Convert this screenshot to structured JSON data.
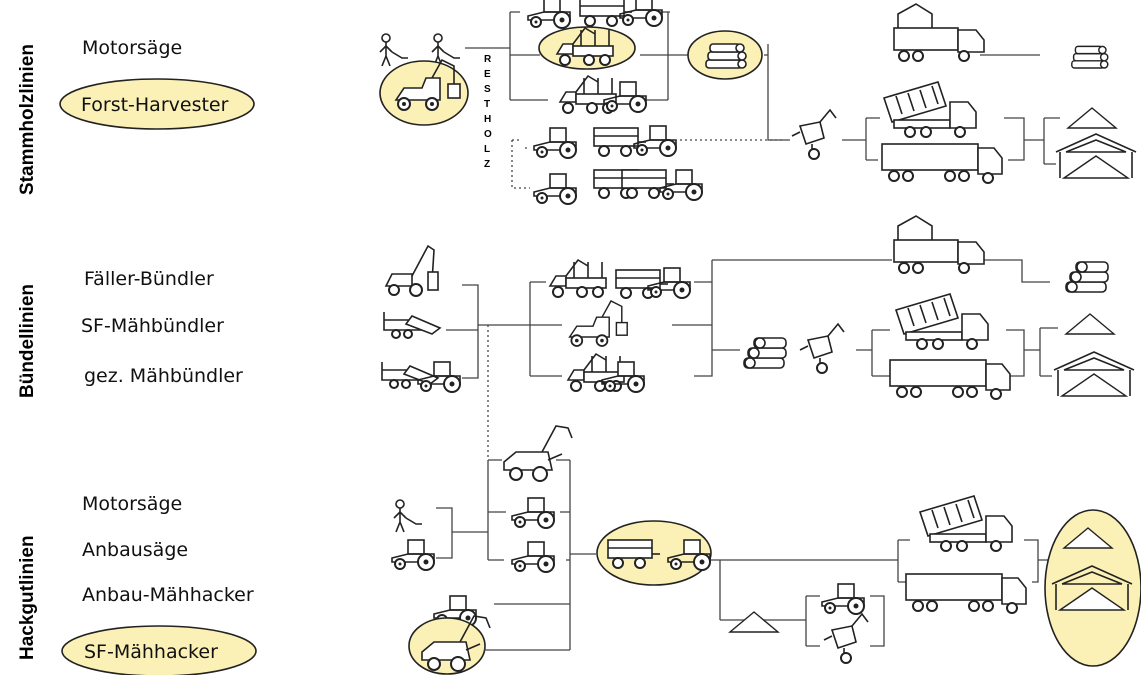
{
  "colors": {
    "highlight": "#fbf0b6",
    "line": "#444444",
    "text": "#111111"
  },
  "sections": [
    {
      "id": "stammholz",
      "title": "Stammholzlinien",
      "methods": [
        "Motorsäge",
        "Forst-Harvester"
      ],
      "highlighted": [
        "Forst-Harvester"
      ]
    },
    {
      "id": "buendel",
      "title": "Bündellinien",
      "methods": [
        "Fäller-Bündler",
        "SF-Mähbündler",
        "gez. Mähbündler"
      ],
      "highlighted": []
    },
    {
      "id": "hackgut",
      "title": "Hackgutlinien",
      "methods": [
        "Motorsäge",
        "Anbausäge",
        "Anbau-Mähhacker",
        "SF-Mähhacker"
      ],
      "highlighted": [
        "SF-Mähhacker"
      ]
    }
  ],
  "restholz_label": [
    "R",
    "E",
    "S",
    "T",
    "H",
    "O",
    "L",
    "Z"
  ],
  "icons": [
    "worker-with-chainsaw-icon",
    "harvester-icon",
    "forwarder-icon",
    "tractor-with-trailer-icon",
    "log-pile-icon",
    "timber-truck-icon",
    "container-truck-icon",
    "semi-trailer-truck-icon",
    "chipper-icon",
    "woodchip-pile-icon",
    "storage-shed-icon",
    "feller-buncher-icon",
    "bundle-pile-icon",
    "forage-harvester-icon",
    "front-loader-tractor-icon"
  ]
}
